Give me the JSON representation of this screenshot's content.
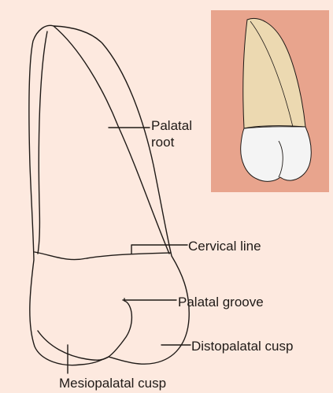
{
  "labels": {
    "palatal_root_line1": "Palatal",
    "palatal_root_line2": "root",
    "cervical_line": "Cervical line",
    "palatal_groove": "Palatal groove",
    "distopalatal_cusp": "Distopalatal cusp",
    "mesiopalatal_cusp": "Mesiopalatal cusp"
  },
  "colors": {
    "background": "#fde9df",
    "inset_background": "#e8a48d",
    "root_fill": "#ecd9b1",
    "crown_fill": "#f4f4f4",
    "outline": "#1f1a17"
  }
}
